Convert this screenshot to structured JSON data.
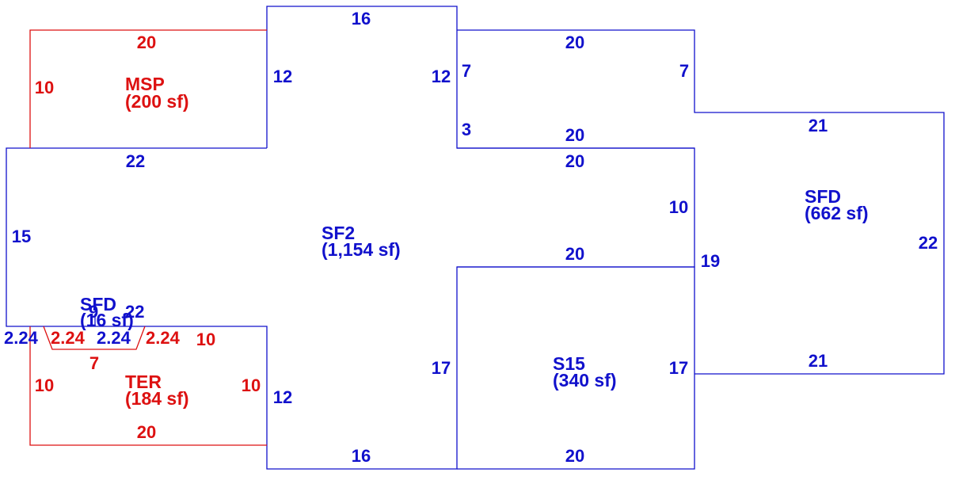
{
  "colors": {
    "blue": "#1111cc",
    "red": "#dd1111"
  },
  "areas": {
    "msp": {
      "name": "MSP",
      "size": "(200 sf)"
    },
    "sf2": {
      "name": "SF2",
      "size": "(1,154 sf)"
    },
    "sfd_right": {
      "name": "SFD",
      "size": "(662 sf)"
    },
    "s15": {
      "name": "S15",
      "size": "(340 sf)"
    },
    "ter": {
      "name": "TER",
      "size": "(184 sf)"
    },
    "sfd_small": {
      "name": "SFD",
      "size": "(16 sf)"
    }
  },
  "dimensions": {
    "msp_top": "20",
    "msp_left": "10",
    "sf2_top": "16",
    "sf2_left_upper": "12",
    "sf2_right_upper": "12",
    "sf2_wing_top": "22",
    "sf2_wing_left": "15",
    "sf2_right_lower": "17",
    "sf2_bottom": "16",
    "sf2_left_lower": "12",
    "upper_top": "20",
    "upper_left": "7",
    "upper_right": "7",
    "upper_step": "3",
    "upper_bottom": "20",
    "mid_top": "20",
    "mid_right": "10",
    "mid_bottom": "20",
    "sfd_top": "21",
    "sfd_right": "22",
    "sfd_inner": "19",
    "sfd_bottom": "21",
    "s15_right": "17",
    "s15_bottom": "20",
    "ter_top_right": "10",
    "ter_left": "10",
    "ter_right": "10",
    "ter_bottom": "20",
    "ter_inner": "7",
    "bay_left": "2.24",
    "bay_a": "2.24",
    "bay_b": "2.24",
    "bay_c": "2.24",
    "bay_top": "22",
    "bay_side": "9"
  }
}
